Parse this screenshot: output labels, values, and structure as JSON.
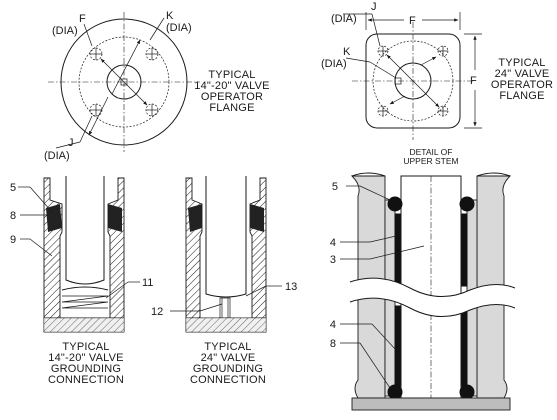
{
  "diagram": {
    "flange_14_20": {
      "label_f": "F",
      "label_f_dia": "(DIA)",
      "label_k": "K",
      "label_k_dia": "(DIA)",
      "label_j": "J",
      "label_j_dia": "(DIA)",
      "caption_lines": [
        "TYPICAL",
        "14\"-20\" VALVE",
        "OPERATOR",
        "FLANGE"
      ]
    },
    "flange_24": {
      "label_j": "J",
      "label_j_dia": "(DIA)",
      "label_k": "K",
      "label_k_dia": "(DIA)",
      "label_f_top": "F",
      "label_f_side": "F",
      "caption_lines": [
        "TYPICAL",
        "24\" VALVE",
        "OPERATOR",
        "FLANGE"
      ]
    },
    "grounding_14_20": {
      "callouts": [
        "5",
        "8",
        "9",
        "11"
      ],
      "caption_lines": [
        "TYPICAL",
        "14\"-20\" VALVE",
        "GROUNDING",
        "CONNECTION"
      ]
    },
    "grounding_24": {
      "callouts": [
        "12",
        "13"
      ],
      "caption_lines": [
        "TYPICAL",
        "24\" VALVE",
        "GROUNDING",
        "CONNECTION"
      ]
    },
    "upper_stem": {
      "title_lines": [
        "DETAIL OF",
        "UPPER STEM"
      ],
      "callouts": [
        "5",
        "4",
        "3",
        "4",
        "8"
      ]
    }
  }
}
